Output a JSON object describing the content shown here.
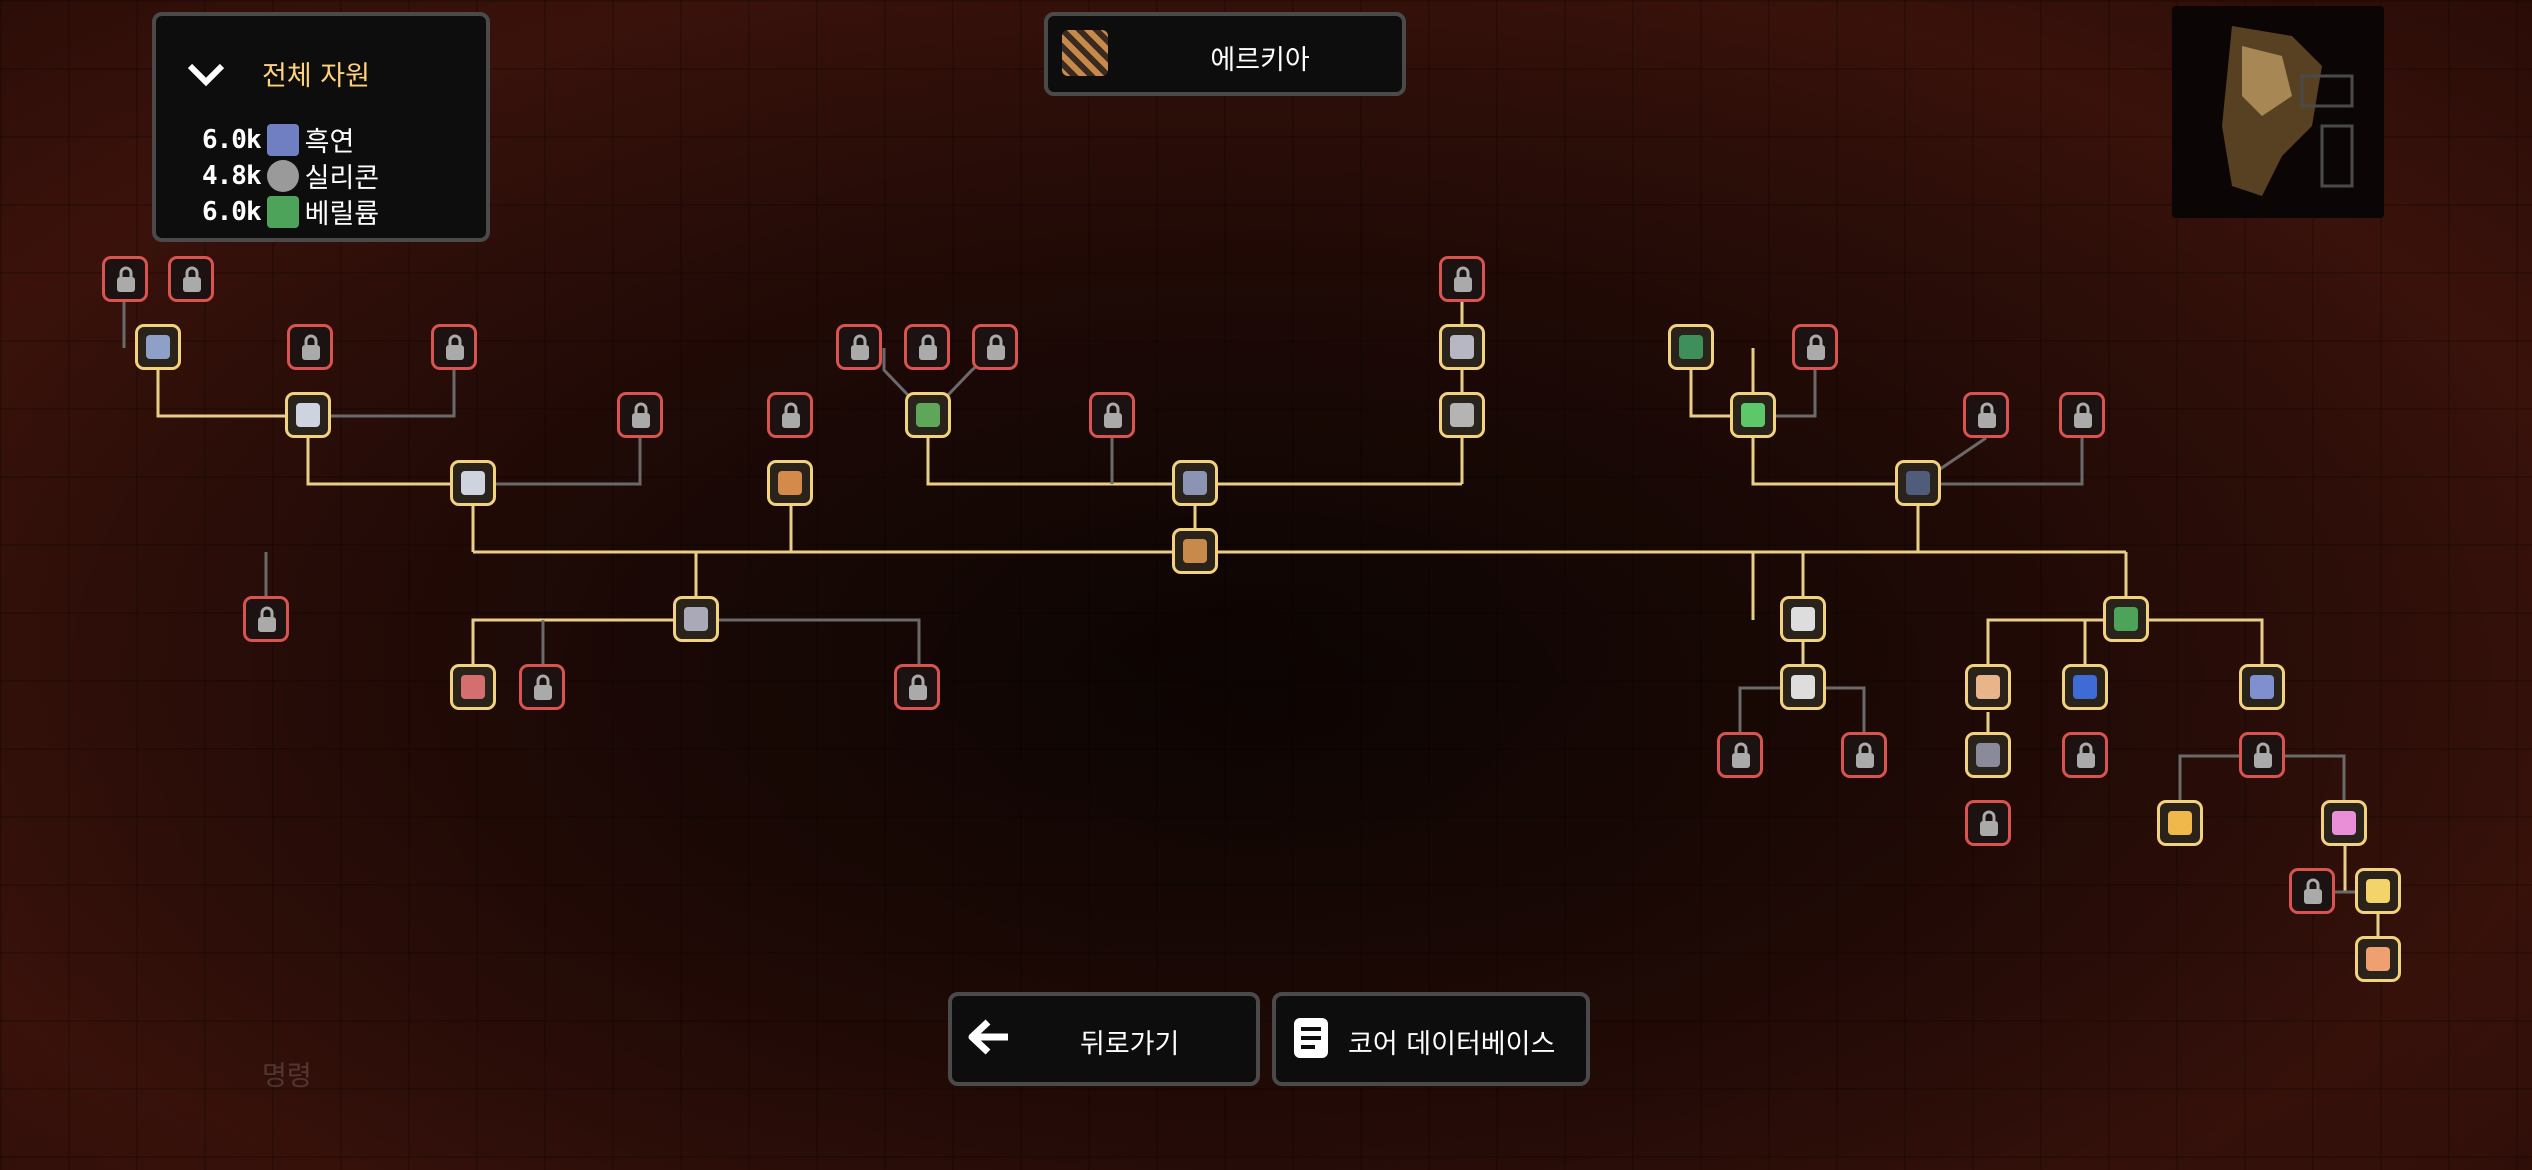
{
  "resources": {
    "title": "전체 자원",
    "items": [
      {
        "amount": "6.0k",
        "name": "흑연",
        "icon": "graphite-icon",
        "color": "#6f7fc2"
      },
      {
        "amount": "4.8k",
        "name": "실리콘",
        "icon": "silicon-icon",
        "color": "#9a9a9a"
      },
      {
        "amount": "6.0k",
        "name": "베릴륨",
        "icon": "beryllium-icon",
        "color": "#4da35a"
      }
    ]
  },
  "core": {
    "title": "에르키아",
    "icon": "core-acropolis-icon"
  },
  "buttons": {
    "back_label": "뒤로가기",
    "database_label": "코어 데이터베이스"
  },
  "background": {
    "command_label": "명령"
  },
  "colors": {
    "accent": "#f3d27e",
    "locked": "#d9534f",
    "panel_border": "#4b4a4a"
  }
}
